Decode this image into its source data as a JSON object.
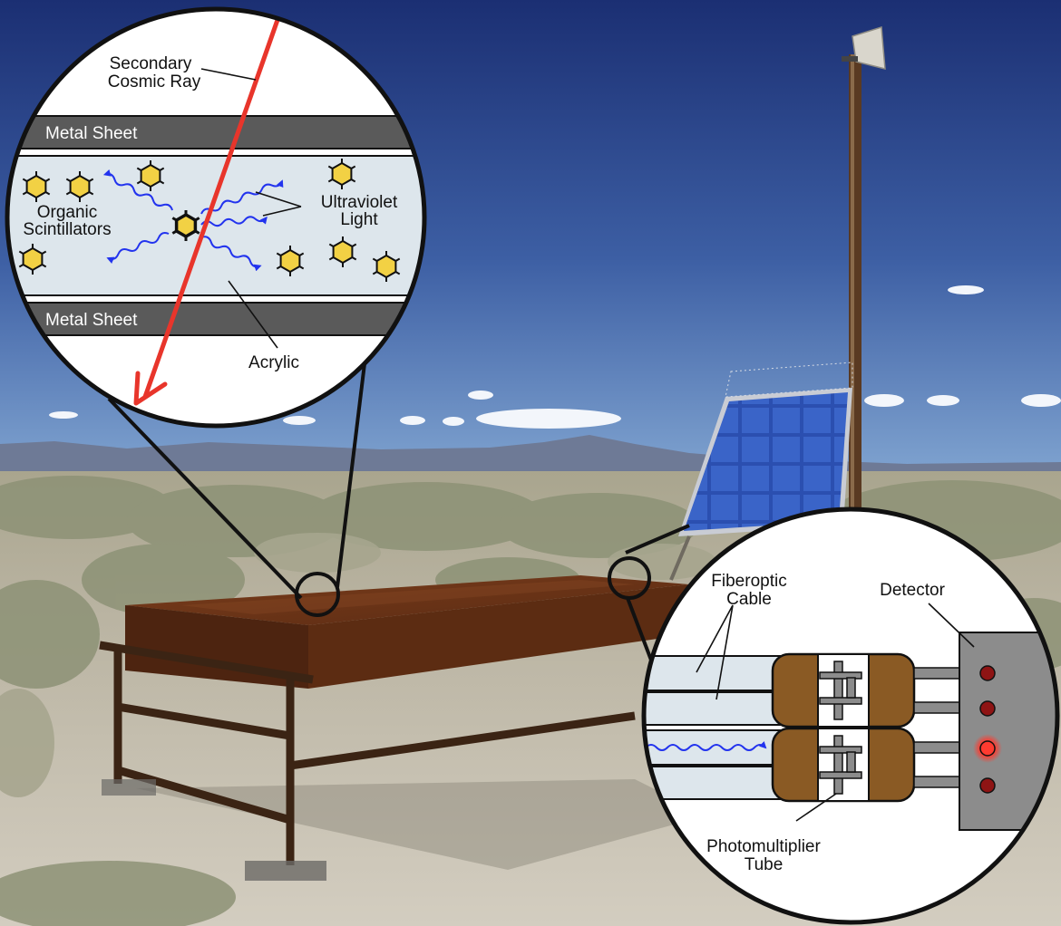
{
  "labels": {
    "secondary_line1": "Secondary",
    "secondary_line2": "Cosmic Ray",
    "metal_sheet_top": "Metal Sheet",
    "metal_sheet_bottom": "Metal Sheet",
    "organic_line1": "Organic",
    "organic_line2": "Scintillators",
    "uv_line1": "Ultraviolet",
    "uv_line2": "Light",
    "acrylic": "Acrylic",
    "fiberoptic_line1": "Fiberoptic",
    "fiberoptic_line2": "Cable",
    "detector": "Detector",
    "pmt_line1": "Photomultiplier",
    "pmt_line2": "Tube"
  },
  "colors": {
    "sky_top": "#1c3277",
    "sky_bottom": "#6f96c8",
    "ground": "#c9c2b4",
    "scrub": "#8e9475",
    "table_rust": "#6e3619",
    "metal_sheet": "#5a5a5a",
    "acrylic": "#dde6ec",
    "cosmic_ray": "#e8352b",
    "uv_wave": "#2233ee",
    "scintillator": "#f2d144",
    "pmt_brown": "#8a5a24",
    "detector_box": "#8c8c8c",
    "led_off": "#8e1414",
    "led_on": "#ff3b30"
  },
  "icons": {
    "scintillator": "hexagon-star-icon",
    "led": "led-indicator-icon"
  },
  "detector": {
    "leds": [
      "off",
      "off",
      "on",
      "off"
    ]
  }
}
